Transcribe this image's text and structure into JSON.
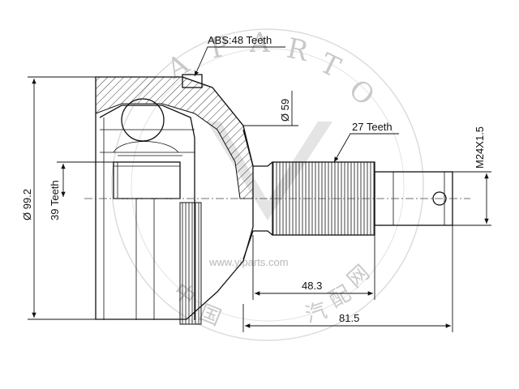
{
  "labels": {
    "abs": "ABS:48 Teeth",
    "d59": "Ø 59",
    "spline": "27 Teeth",
    "thread": "M24X1.5",
    "d99": "Ø 99.2",
    "inner": "39 Teeth",
    "len48": "48.3",
    "len81": "81.5"
  },
  "watermark": {
    "letters": [
      "A",
      "P",
      "A",
      "R",
      "T",
      "O"
    ],
    "url": "www.yiparts.com",
    "chinese": [
      "中",
      "国",
      "汽",
      "配",
      "网"
    ]
  },
  "colors": {
    "line": "#111111",
    "hatch": "#222222",
    "watermark": "#c9c9c9"
  }
}
